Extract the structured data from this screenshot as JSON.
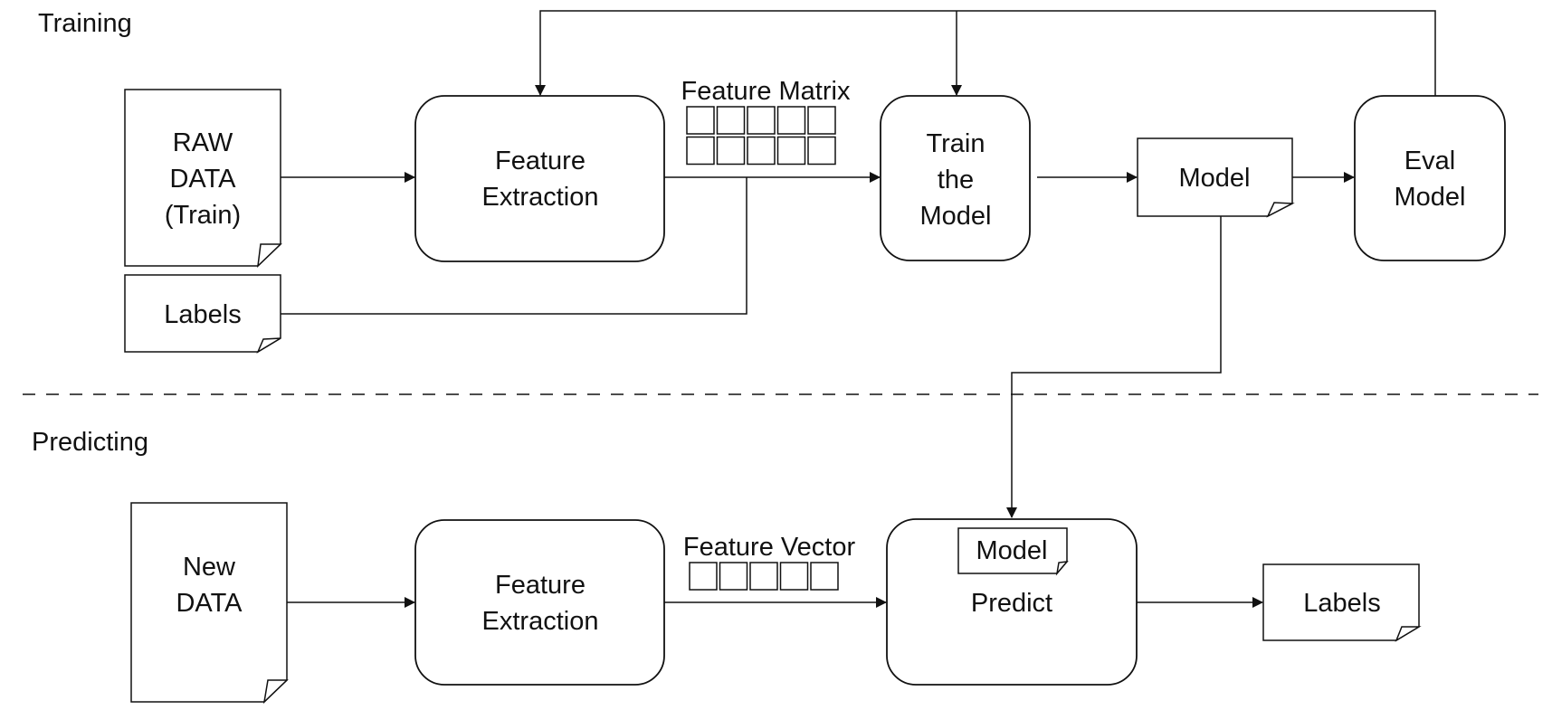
{
  "sections": {
    "training": "Training",
    "predicting": "Predicting"
  },
  "training": {
    "raw_data": [
      "RAW",
      "DATA",
      "(Train)"
    ],
    "labels": "Labels",
    "feature_extraction": [
      "Feature",
      "Extraction"
    ],
    "feature_matrix_label": "Feature Matrix",
    "feature_matrix_grid": {
      "rows": 2,
      "cols": 5
    },
    "train_model": [
      "Train",
      "the",
      "Model"
    ],
    "model": "Model",
    "eval_model": [
      "Eval",
      "Model"
    ]
  },
  "predicting": {
    "new_data": [
      "New",
      "DATA"
    ],
    "feature_extraction": [
      "Feature",
      "Extraction"
    ],
    "feature_vector_label": "Feature Vector",
    "feature_vector_grid": {
      "rows": 1,
      "cols": 5
    },
    "model": "Model",
    "predict": "Predict",
    "labels": "Labels"
  },
  "colors": {
    "stroke": "#111111",
    "background": "#ffffff"
  }
}
